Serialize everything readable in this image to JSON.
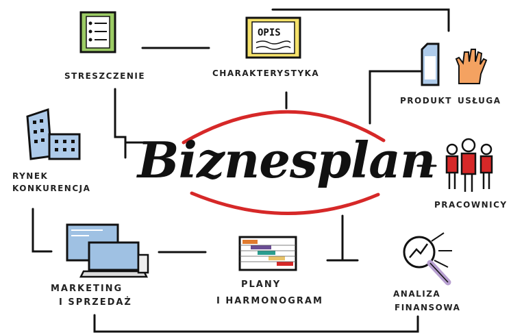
{
  "center": {
    "title": "Biznesplan"
  },
  "nodes": {
    "summary": "STRESZCZENIE",
    "description": "CHARAKTERYSTYKA",
    "description_doc": "OPIS",
    "product": "PRODUKT",
    "service": "USŁUGA",
    "market_1": "RYNEK",
    "market_2": "KONKURENCJA",
    "staff": "PRACOWNICY",
    "marketing_1": "MARKETING",
    "marketing_2": "I SPRZEDAŻ",
    "plans_1": "PLANY",
    "plans_2": "I HARMONOGRAM",
    "finance_1": "ANALIZA",
    "finance_2": "FINANSOWA"
  },
  "colors": {
    "ink": "#111111",
    "accent_red": "#d62828",
    "doc_yellow": "#f5e26b",
    "list_green": "#9ccc65",
    "building_blue": "#aecbea",
    "screen_blue": "#9fc1e3",
    "person_red": "#d62828"
  }
}
